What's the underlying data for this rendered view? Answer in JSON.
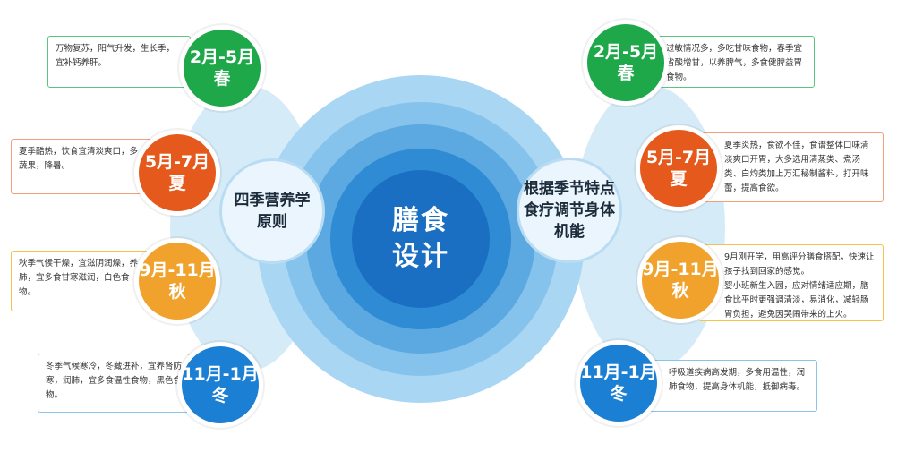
{
  "center": {
    "title": "膳食\n设计"
  },
  "principles": {
    "left": "四季营养学\n原则",
    "right": "根据季节特点\n食疗调节身体\n机能"
  },
  "colors": {
    "spring": "#1ea84a",
    "summer": "#e55a1c",
    "autumn": "#f0a22c",
    "winter": "#1b7fd4"
  },
  "left_seasons": [
    {
      "range": "2月-5月",
      "name": "春",
      "desc": "万物复苏，阳气升发，生长季，宜补钙养肝。"
    },
    {
      "range": "5月-7月",
      "name": "夏",
      "desc": "夏季酷热，饮食宜清淡爽口，多蔬果，降暑。"
    },
    {
      "range": "9月-11月",
      "name": "秋",
      "desc": "秋季气候干燥，宜滋阴润燥，养肺，宜多食甘寒滋润，白色食物。"
    },
    {
      "range": "11月-1月",
      "name": "冬",
      "desc": "冬季气候寒冷，冬藏进补，宜养肾防寒，润肺，宜多食温性食物，黑色食物。"
    }
  ],
  "right_seasons": [
    {
      "range": "2月-5月",
      "name": "春",
      "desc": "过敏情况多，多吃甘味食物，春季宜省酸增甘，以养脾气，多食健脾益胃食物。"
    },
    {
      "range": "5月-7月",
      "name": "夏",
      "desc": "夏季炎热，食欲不佳，食谱整体口味清淡爽口开胃，大多选用清蒸类、煮汤类、白灼类加上万汇秘制酱料，打开味蕾，提高食欲。"
    },
    {
      "range": "9月-11月",
      "name": "秋",
      "desc": "9月刚开学，用高评分膳食搭配，快速让孩子找到回家的感觉。\n婴小班新生入园，应对情绪适应期，膳食比平时更强调清淡，易消化，减轻肠胃负担，避免因哭闹带来的上火。"
    },
    {
      "range": "11月-1月",
      "name": "冬",
      "desc": "呼吸道疾病高发期，多食用温性，润肺食物，提高身体机能，抵御病毒。"
    }
  ]
}
